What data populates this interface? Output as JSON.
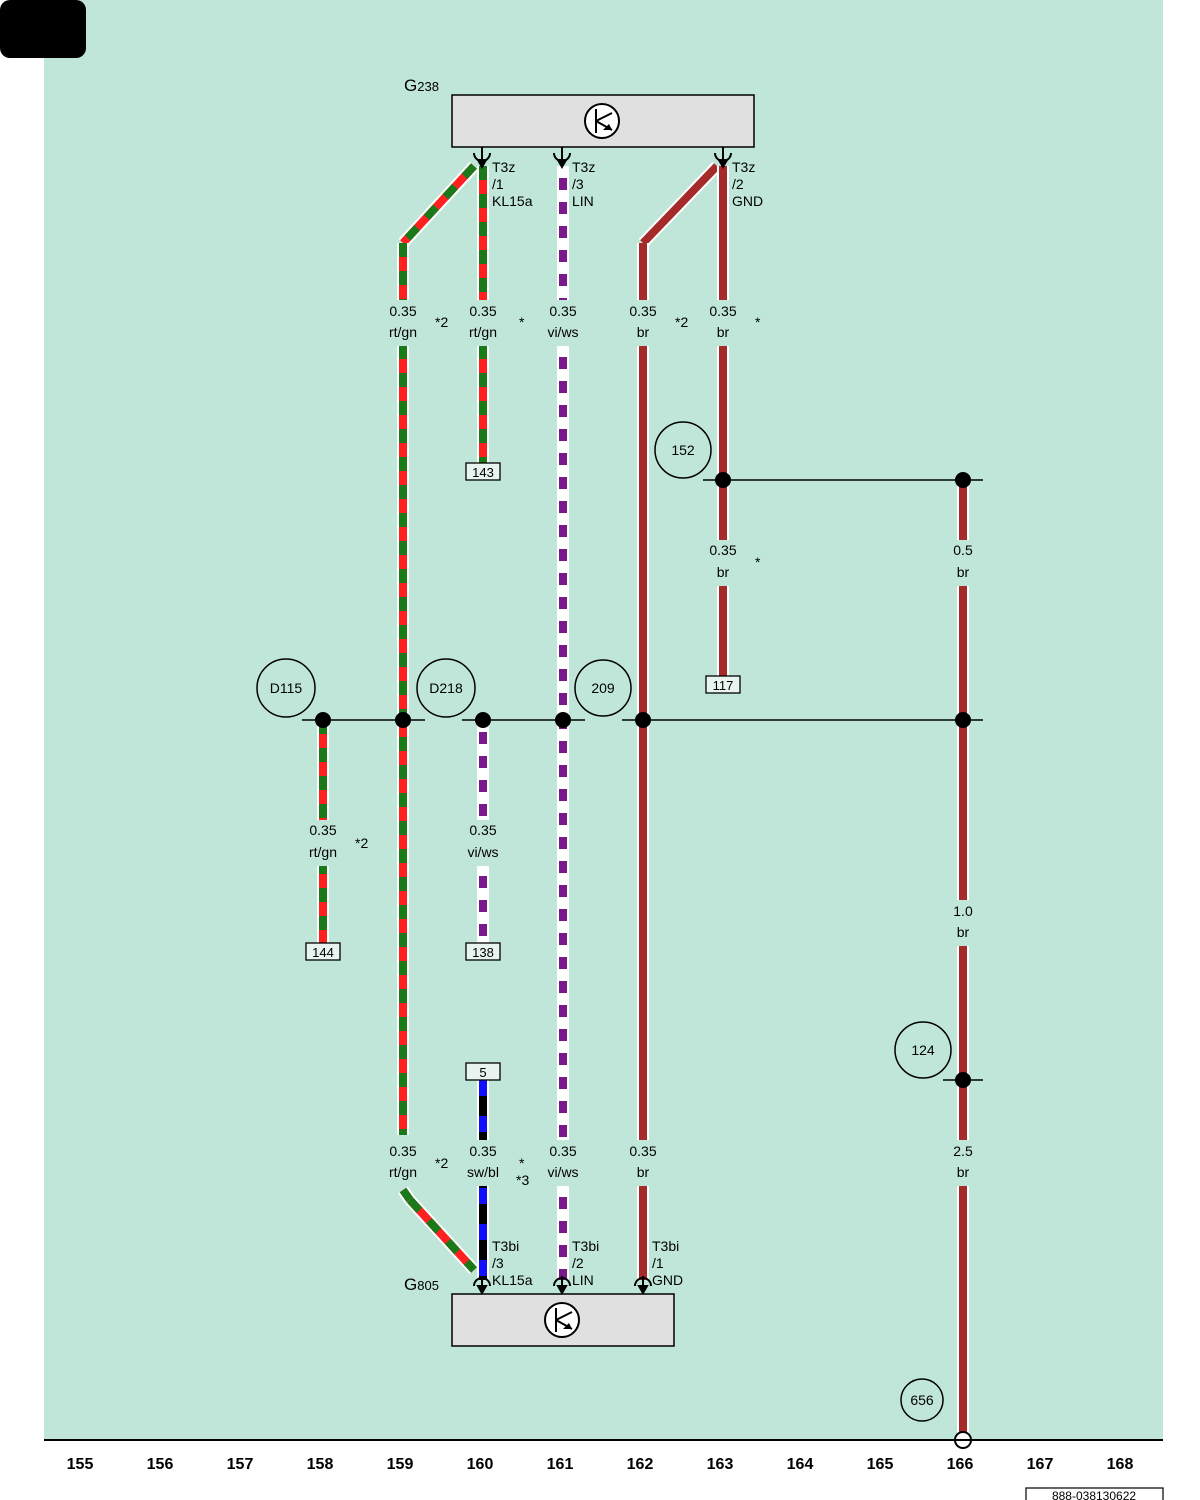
{
  "diagram": {
    "components": {
      "top": {
        "letter": "G",
        "sub": "238"
      },
      "bottom": {
        "letter": "G",
        "sub": "805"
      }
    },
    "pins": {
      "t1": [
        "T3z",
        "/1",
        "KL15a"
      ],
      "t3": [
        "T3z",
        "/3",
        "LIN"
      ],
      "t2": [
        "T3z",
        "/2",
        "GND"
      ],
      "b3": [
        "T3bi",
        "/3",
        "KL15a"
      ],
      "b2": [
        "T3bi",
        "/2",
        "LIN"
      ],
      "b1": [
        "T3bi",
        "/1",
        "GND"
      ]
    },
    "wire_labels": {
      "w1": [
        "0.35",
        "rt/gn"
      ],
      "w2": [
        "0.35",
        "rt/gn"
      ],
      "w3": [
        "0.35",
        "vi/ws"
      ],
      "w4": [
        "0.35",
        "br"
      ],
      "w5": [
        "0.35",
        "br"
      ],
      "w6": [
        "0.35",
        "br"
      ],
      "w7": [
        "0.5",
        "br"
      ],
      "w8": [
        "0.35",
        "rt/gn"
      ],
      "w9": [
        "0.35",
        "vi/ws"
      ],
      "w10": [
        "1.0",
        "br"
      ],
      "w11": [
        "2.5",
        "br"
      ],
      "w12": [
        "0.35",
        "rt/gn"
      ],
      "w13": [
        "0.35",
        "sw/bl"
      ],
      "w14": [
        "0.35",
        "vi/ws"
      ],
      "w15": [
        "0.35",
        "br"
      ]
    },
    "notes": {
      "n1": "*2",
      "n2": "*",
      "n3": "*2",
      "n4": "*",
      "n5": "*",
      "n6": "*2",
      "n7": "*2",
      "n8": "*",
      "n9": "*3"
    },
    "connection_points": {
      "c152": "152",
      "d115": "D115",
      "d218": "D218",
      "c209": "209",
      "c124": "124",
      "c656": "656"
    },
    "references": {
      "r143": "143",
      "r117": "117",
      "r144": "144",
      "r138": "138",
      "r5": "5"
    },
    "scale": [
      "155",
      "156",
      "157",
      "158",
      "159",
      "160",
      "161",
      "162",
      "163",
      "164",
      "165",
      "166",
      "167",
      "168"
    ],
    "doc_id": "888-038130622",
    "colors": {
      "background": "#c0e6da",
      "red": "#ff2020",
      "green": "#1a7a1a",
      "violet": "#7a1a8a",
      "white": "#ffffff",
      "brown": "#a52a2a",
      "black": "#000000",
      "blue": "#1010ff",
      "component_fill": "#e0e0e0"
    }
  }
}
